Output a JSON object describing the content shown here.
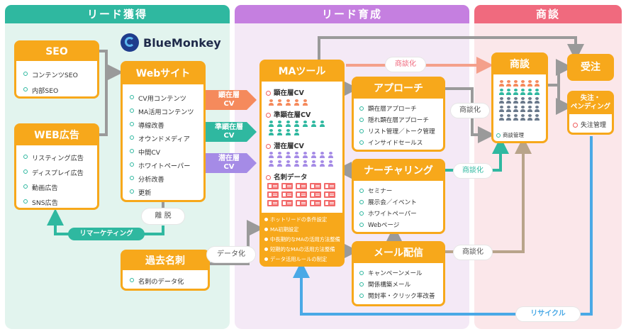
{
  "sections": {
    "lead_acquisition": "リード獲得",
    "lead_nurturing": "リード育成",
    "negotiation": "商談"
  },
  "logo": {
    "text": "BlueMonkey"
  },
  "seo": {
    "title": "SEO",
    "items": [
      "コンテンツSEO",
      "内部SEO"
    ]
  },
  "web_ads": {
    "title": "WEB広告",
    "items": [
      "リスティング広告",
      "ディスプレイ広告",
      "動画広告",
      "SNS広告"
    ]
  },
  "website": {
    "title": "Webサイト",
    "items": [
      "CV用コンテンツ",
      "MA活用コンテンツ",
      "導線改善",
      "オウンドメディア",
      "中間CV",
      "ホワイトペーパー",
      "分析改善",
      "更新"
    ]
  },
  "cv_tags": {
    "overt": "顕在層\nCV",
    "semi": "準顕在層\nCV",
    "latent": "潜在層\nCV"
  },
  "withdrawal": "離 脱",
  "remarketing": "リマーケティング",
  "past_cards": {
    "title": "過去名刺",
    "items": [
      "名刺のデータ化"
    ]
  },
  "data_conversion": "データ化",
  "ma_tool": {
    "title": "MAツール",
    "groups": [
      "顕在層CV",
      "準顕在層CV",
      "潜在層CV",
      "名刺データ"
    ],
    "notes": [
      "ホットリードの条件設定",
      "MA初期設定",
      "中長期的なMAの活用方法整備",
      "短期的なMAの活用方法整備",
      "データ活用ルールの制定"
    ]
  },
  "approach": {
    "title": "アプローチ",
    "items": [
      "顕在層アプローチ",
      "隠れ顕在層アプローチ",
      "リスト管理／トーク管理",
      "インサイドセールス"
    ]
  },
  "nurturing": {
    "title": "ナーチャリング",
    "items": [
      "セミナー",
      "展示会／イベント",
      "ホワイトペーパー",
      "Webページ"
    ]
  },
  "mail": {
    "title": "メール配信",
    "items": [
      "キャンペーンメール",
      "関係構築メール",
      "開封率・クリック率改善"
    ]
  },
  "negotiation_pill": "商談化",
  "deal": {
    "title": "商談",
    "item": "商談管理"
  },
  "order": {
    "title": "受注"
  },
  "lost": {
    "title": "失注・\nペンディング",
    "item": "失注管理"
  },
  "recycle": "リサイクル",
  "colors": {
    "orange": "#f7a81b",
    "teal": "#2fb8a0",
    "pink": "#f06a7e",
    "purple": "#a58be6",
    "blue": "#4aa9e6",
    "gray": "#9a9a9a"
  }
}
